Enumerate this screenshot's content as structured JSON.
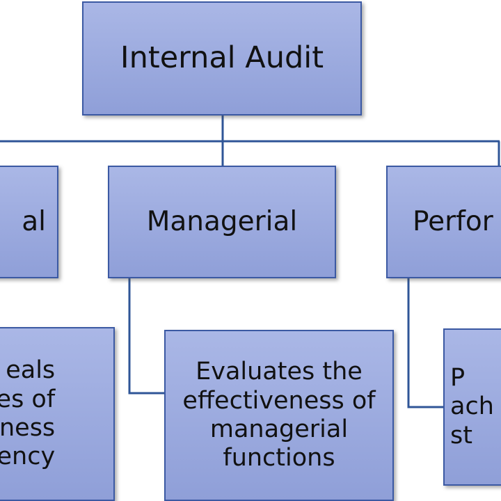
{
  "diagram": {
    "root": {
      "label": "Internal Audit"
    },
    "categories": [
      {
        "id": "left",
        "label": "al"
      },
      {
        "id": "managerial",
        "label": "Managerial"
      },
      {
        "id": "right",
        "label": "Perfor"
      }
    ],
    "descriptions": [
      {
        "id": "left",
        "text": "eals\nves of\nness\niency"
      },
      {
        "id": "managerial",
        "text": "Evaluates the\neffectiveness of\nmanagerial\nfunctions"
      },
      {
        "id": "right",
        "text": "P\nach\nst"
      }
    ],
    "colors": {
      "box_fill": "#97a7dd",
      "box_border": "#3b59a3",
      "connector": "#2f5597"
    }
  }
}
